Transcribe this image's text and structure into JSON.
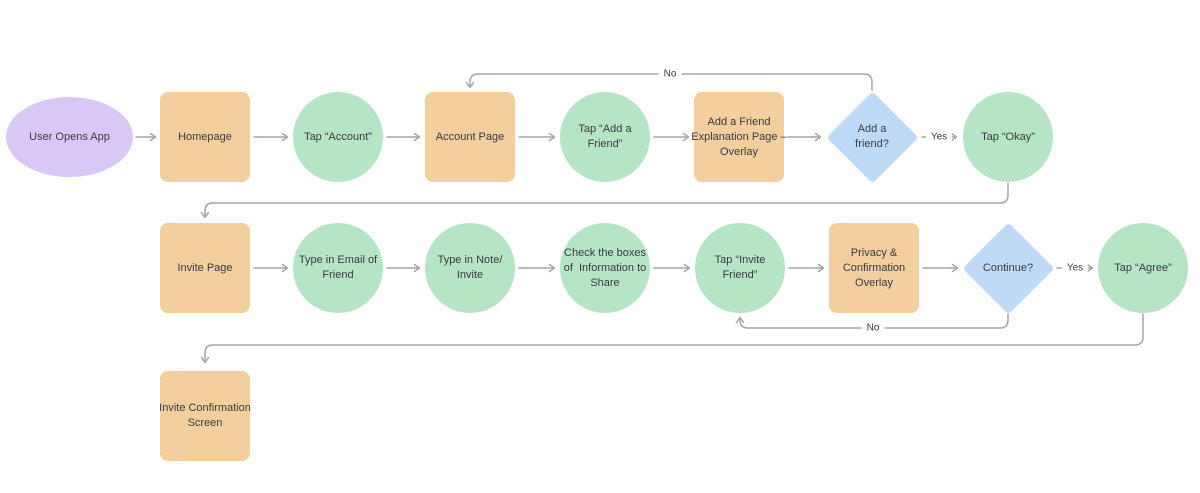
{
  "colors": {
    "bg": "#ffffff",
    "node_start": "#d9c8f6",
    "node_page": "#f2cf9d",
    "node_action": "#b5e5c5",
    "node_decision": "#bedaf6",
    "connector": "#a5a5a5",
    "text_color": "#3a3a40"
  },
  "nodes": {
    "user_opens_app": {
      "shape": "ellipse",
      "label": "User Opens App"
    },
    "homepage": {
      "shape": "rect",
      "label": "Homepage"
    },
    "tap_account": {
      "shape": "circle",
      "label": "Tap “Account”"
    },
    "account_page": {
      "shape": "rect",
      "label": "Account Page"
    },
    "tap_add_friend": {
      "shape": "circle",
      "label": "Tap “Add a\nFriend”"
    },
    "explanation_overlay": {
      "shape": "rect",
      "label": "Add a Friend\nExplanation Page –\nOverlay"
    },
    "add_friend_decision": {
      "shape": "diamond",
      "label": "Add a\nfriend?"
    },
    "tap_okay": {
      "shape": "circle",
      "label": "Tap “Okay”"
    },
    "invite_page": {
      "shape": "rect",
      "label": "Invite Page"
    },
    "type_email": {
      "shape": "circle",
      "label": "Type in Email of\nFriend"
    },
    "type_note": {
      "shape": "circle",
      "label": "Type in Note/\nInvite"
    },
    "check_boxes": {
      "shape": "circle",
      "label": "Check the boxes\nof  Information to\nShare"
    },
    "tap_invite_friend": {
      "shape": "circle",
      "label": "Tap “Invite\nFriend”"
    },
    "privacy_overlay": {
      "shape": "rect",
      "label": "Privacy &\nConfirmation\nOverlay"
    },
    "continue_decision": {
      "shape": "diamond",
      "label": "Continue?"
    },
    "tap_agree": {
      "shape": "circle",
      "label": "Tap “Agree”"
    },
    "invite_confirmation": {
      "shape": "rect",
      "label": "Invite Confirmation\nScreen"
    }
  },
  "edge_labels": {
    "add_friend_yes": "Yes",
    "add_friend_no": "No",
    "continue_yes": "Yes",
    "continue_no": "No"
  }
}
